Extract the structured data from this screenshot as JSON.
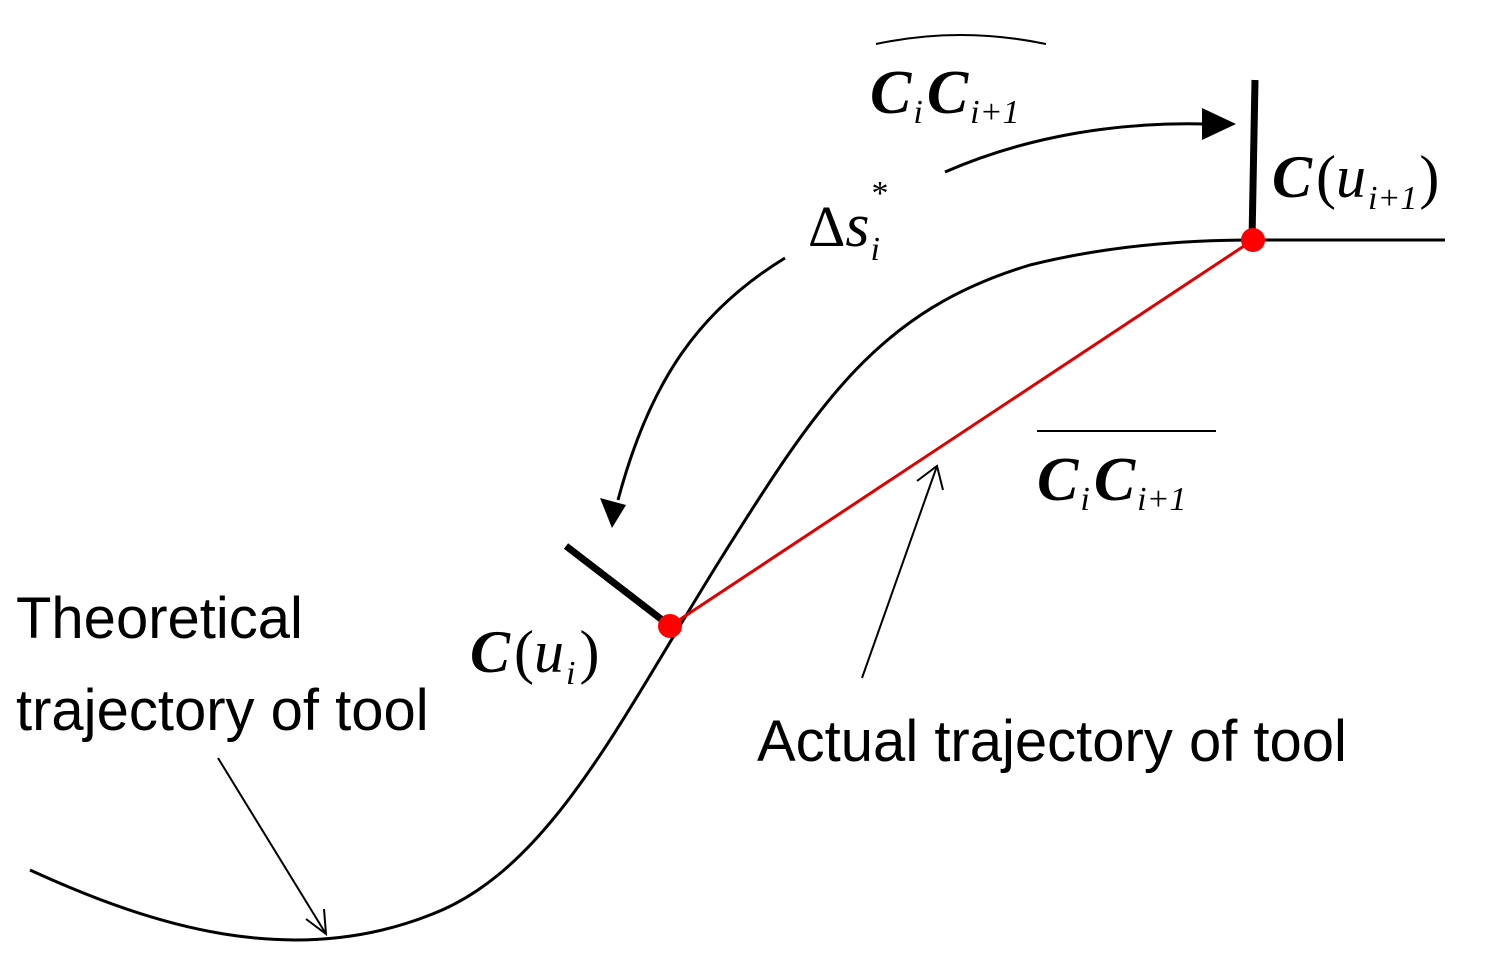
{
  "curve": {
    "color": "#000000",
    "labels": {
      "theoretical_line1": "Theoretical",
      "theoretical_line2": "trajectory of tool"
    }
  },
  "chord": {
    "color": "#e00000",
    "label": "Actual trajectory of tool"
  },
  "math": {
    "C": "C",
    "paren_open": "(",
    "paren_close": ")",
    "u": "u",
    "i": "i",
    "i_plus_1": "i+1",
    "delta": "Δ",
    "s": "s",
    "star": "*"
  }
}
